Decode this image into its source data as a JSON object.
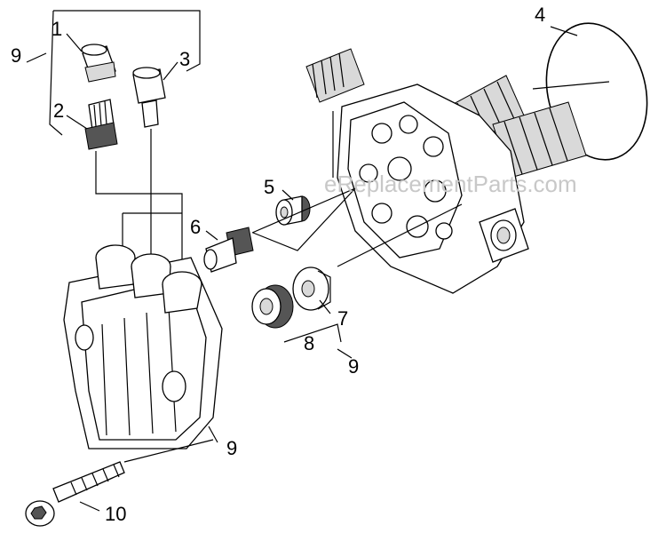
{
  "callouts": {
    "c1": "1",
    "c2": "2",
    "c3": "3",
    "c4": "4",
    "c5": "5",
    "c6": "6",
    "c7": "7",
    "c8": "8",
    "c9_top_left": "9",
    "c9_right": "9",
    "c9_bottom": "9",
    "c10": "10"
  },
  "watermark": "eReplacementParts.com"
}
